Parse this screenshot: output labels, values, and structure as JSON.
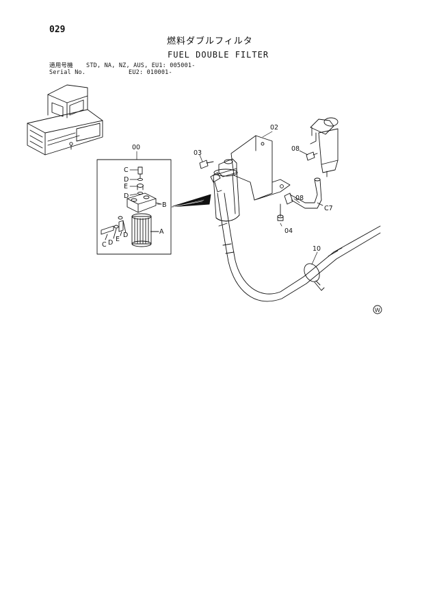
{
  "header": {
    "page_number": "029",
    "title_jp": "燃料ダブルフィルタ",
    "title_en": "FUEL DOUBLE FILTER",
    "serial": {
      "label_jp": "適用号機",
      "models": "STD, NA, NZ, AUS, EU1: 005001-",
      "label_en": "Serial No.",
      "eu2": "EU2: 010001-"
    }
  },
  "callouts": {
    "assembly": "00",
    "bracket": "02",
    "bolt": "03",
    "washer": "04",
    "clamp_upper": "08",
    "clamp_lower": "08",
    "hose": "C7",
    "hose_lower": "10"
  },
  "detail_letters": {
    "c1": "C",
    "d1": "D",
    "e1": "E",
    "d2": "D",
    "b": "B",
    "a": "A",
    "c2": "C",
    "d3": "D",
    "e2": "E",
    "d4": "D"
  },
  "mark": "W"
}
